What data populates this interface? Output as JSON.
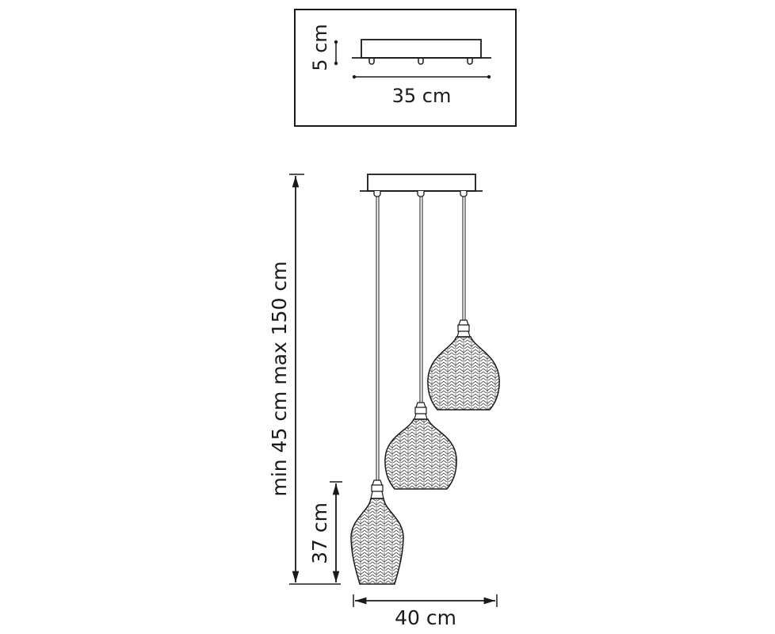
{
  "canopy_view": {
    "height_label": "5 cm",
    "width_label": "35 cm"
  },
  "main_view": {
    "total_height_label": "min 45 cm max 150 cm",
    "shade_height_label": "37 cm",
    "total_width_label": "40 cm"
  },
  "colors": {
    "line": "#1a1a1a",
    "background": "#ffffff"
  }
}
